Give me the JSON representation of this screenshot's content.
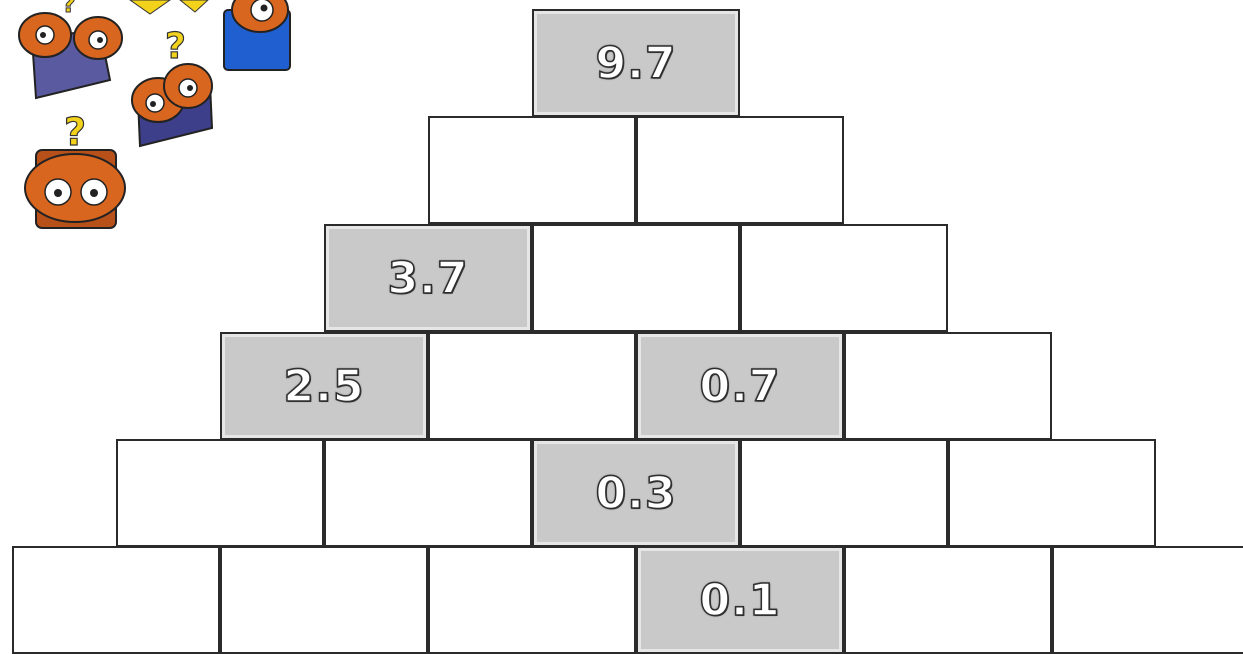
{
  "pyramid": {
    "rows": [
      [
        "9.7"
      ],
      [
        "",
        ""
      ],
      [
        "3.7",
        "",
        ""
      ],
      [
        "2.5",
        "",
        "0.7",
        ""
      ],
      [
        "",
        "",
        "0.3",
        "",
        ""
      ],
      [
        "",
        "",
        "",
        "0.1",
        "",
        ""
      ]
    ]
  },
  "colors": {
    "given_fill": "#c9c9c9",
    "empty_fill": "#ffffff",
    "border": "#2b2b2b",
    "mascot_orange": "#d9661f",
    "mascot_blue": "#1f5fd0",
    "mascot_purple": "#5a5aa0",
    "question_mark": "#f2d21b"
  },
  "icons": [
    "owl-mascot-icon",
    "question-mark-icon"
  ]
}
